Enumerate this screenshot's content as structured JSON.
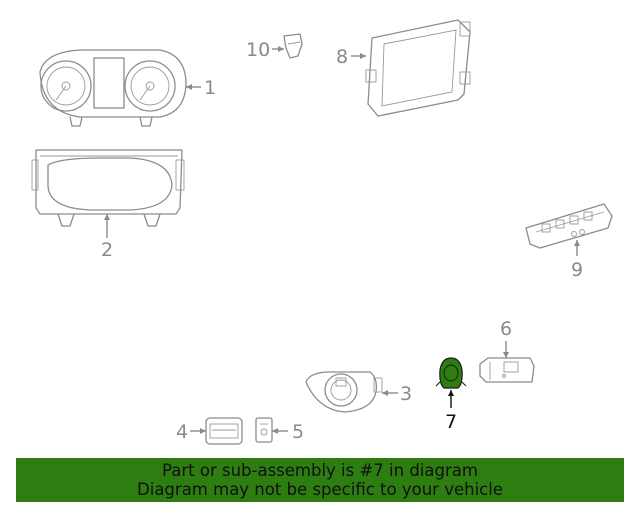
{
  "diagram": {
    "callouts": [
      {
        "id": "1",
        "label": "1"
      },
      {
        "id": "2",
        "label": "2"
      },
      {
        "id": "3",
        "label": "3"
      },
      {
        "id": "4",
        "label": "4"
      },
      {
        "id": "5",
        "label": "5"
      },
      {
        "id": "6",
        "label": "6"
      },
      {
        "id": "7",
        "label": "7"
      },
      {
        "id": "8",
        "label": "8"
      },
      {
        "id": "9",
        "label": "9"
      },
      {
        "id": "10",
        "label": "10"
      }
    ],
    "highlighted_part": "7",
    "highlight_color": "#2e7d11"
  },
  "banner": {
    "line1": "Part or sub-assembly is #7 in diagram",
    "line2": "Diagram may not be specific to your vehicle",
    "background": "#2e7d11"
  }
}
